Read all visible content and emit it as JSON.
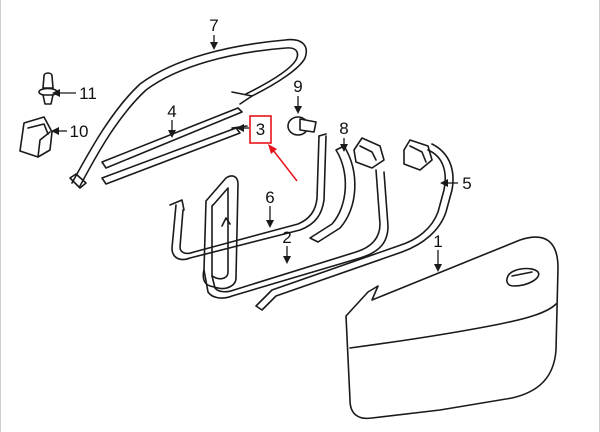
{
  "diagram": {
    "highlight_color": "#e8141b",
    "callouts": [
      {
        "id": "1",
        "label": "1"
      },
      {
        "id": "2",
        "label": "2"
      },
      {
        "id": "3",
        "label": "3",
        "highlighted": true
      },
      {
        "id": "4",
        "label": "4"
      },
      {
        "id": "5",
        "label": "5"
      },
      {
        "id": "6",
        "label": "6"
      },
      {
        "id": "7",
        "label": "7"
      },
      {
        "id": "8",
        "label": "8"
      },
      {
        "id": "9",
        "label": "9"
      },
      {
        "id": "10",
        "label": "10"
      },
      {
        "id": "11",
        "label": "11"
      }
    ]
  }
}
